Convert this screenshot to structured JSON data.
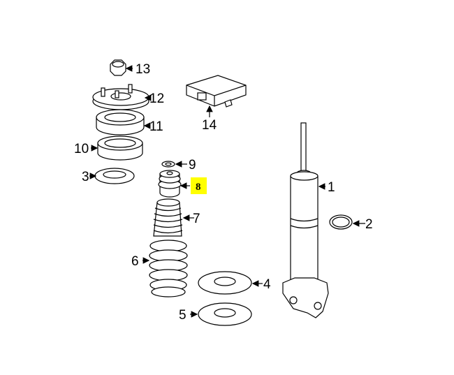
{
  "diagram": {
    "callouts": [
      {
        "id": "13",
        "label": "13"
      },
      {
        "id": "12",
        "label": "12"
      },
      {
        "id": "11",
        "label": "11"
      },
      {
        "id": "10",
        "label": "10"
      },
      {
        "id": "3",
        "label": "3"
      },
      {
        "id": "9",
        "label": "9"
      },
      {
        "id": "8",
        "label": "8",
        "highlighted": true
      },
      {
        "id": "7",
        "label": "7"
      },
      {
        "id": "6",
        "label": "6"
      },
      {
        "id": "4",
        "label": "4"
      },
      {
        "id": "5",
        "label": "5"
      },
      {
        "id": "1",
        "label": "1"
      },
      {
        "id": "2",
        "label": "2"
      },
      {
        "id": "14",
        "label": "14"
      }
    ],
    "highlight_color": "#ffff00"
  }
}
